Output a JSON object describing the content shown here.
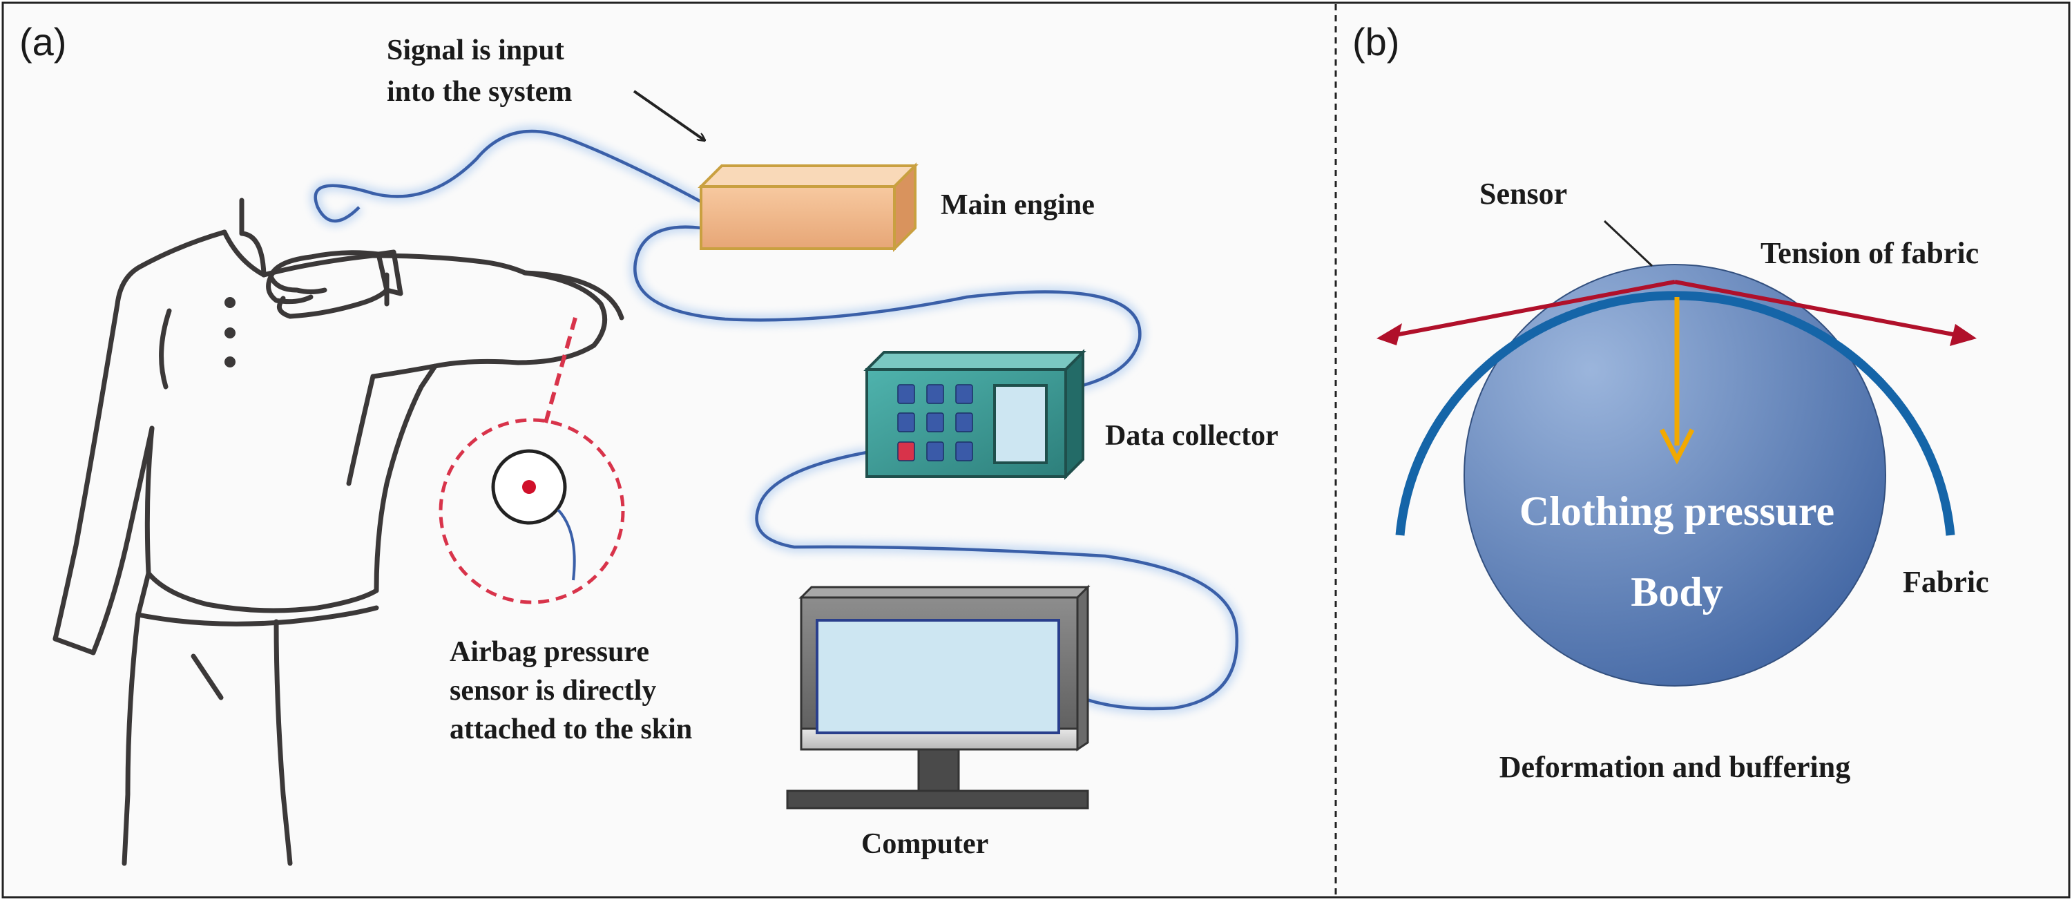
{
  "panel_a": {
    "label": "(a)",
    "signal_text": [
      "Signal is input",
      "into the system"
    ],
    "main_engine": "Main engine",
    "data_collector": "Data collector",
    "computer": "Computer",
    "airbag_text": [
      "Airbag pressure",
      "sensor is directly",
      "attached to the skin"
    ]
  },
  "panel_b": {
    "label": "(b)",
    "sensor": "Sensor",
    "tension": "Tension of fabric",
    "clothing_pressure": "Clothing pressure",
    "body": "Body",
    "fabric": "Fabric",
    "deformation": "Deformation and buffering"
  },
  "colors": {
    "cable": "#3a5fa8",
    "fabric": "#1565a8",
    "tension_arrow": "#b0102a",
    "pressure_arrow": "#f2a900",
    "engine": "#f0b98a",
    "collector": "#3e9e98",
    "screen": "#cde6f2",
    "sensor_ring": "#d8334a"
  }
}
